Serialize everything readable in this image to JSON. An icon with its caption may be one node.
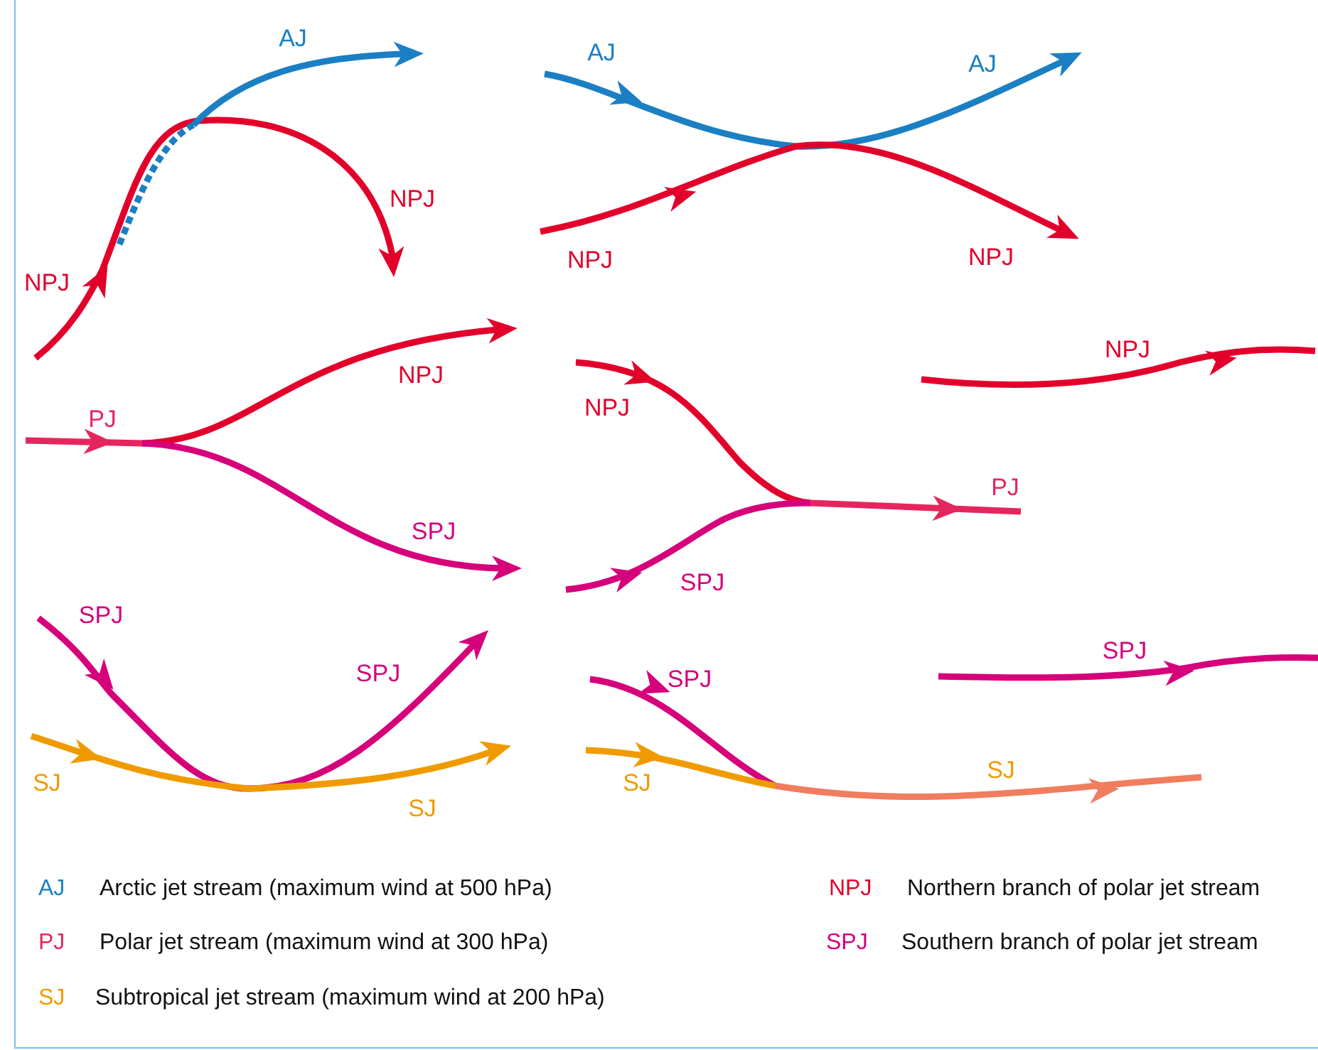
{
  "diagram": {
    "labels": [
      "AJ",
      "AJ",
      "AJ",
      "NPJ",
      "NPJ",
      "NPJ",
      "NPJ",
      "NPJ",
      "NPJ",
      "NPJ",
      "PJ",
      "PJ",
      "SPJ",
      "SPJ",
      "SPJ",
      "SPJ",
      "SPJ",
      "SPJ",
      "SJ",
      "SJ",
      "SJ",
      "SJ",
      "AJ",
      "Arctic jet stream (maximum wind at 500 hPa)",
      "NPJ",
      "Northern branch of polar jet stream",
      "PJ",
      "Polar jet stream (maximum wind at 300 hPa)",
      "SPJ",
      "Southern branch of polar jet stream",
      "SJ",
      "Subtropical jet stream (maximum wind at 200 hPa)"
    ]
  }
}
